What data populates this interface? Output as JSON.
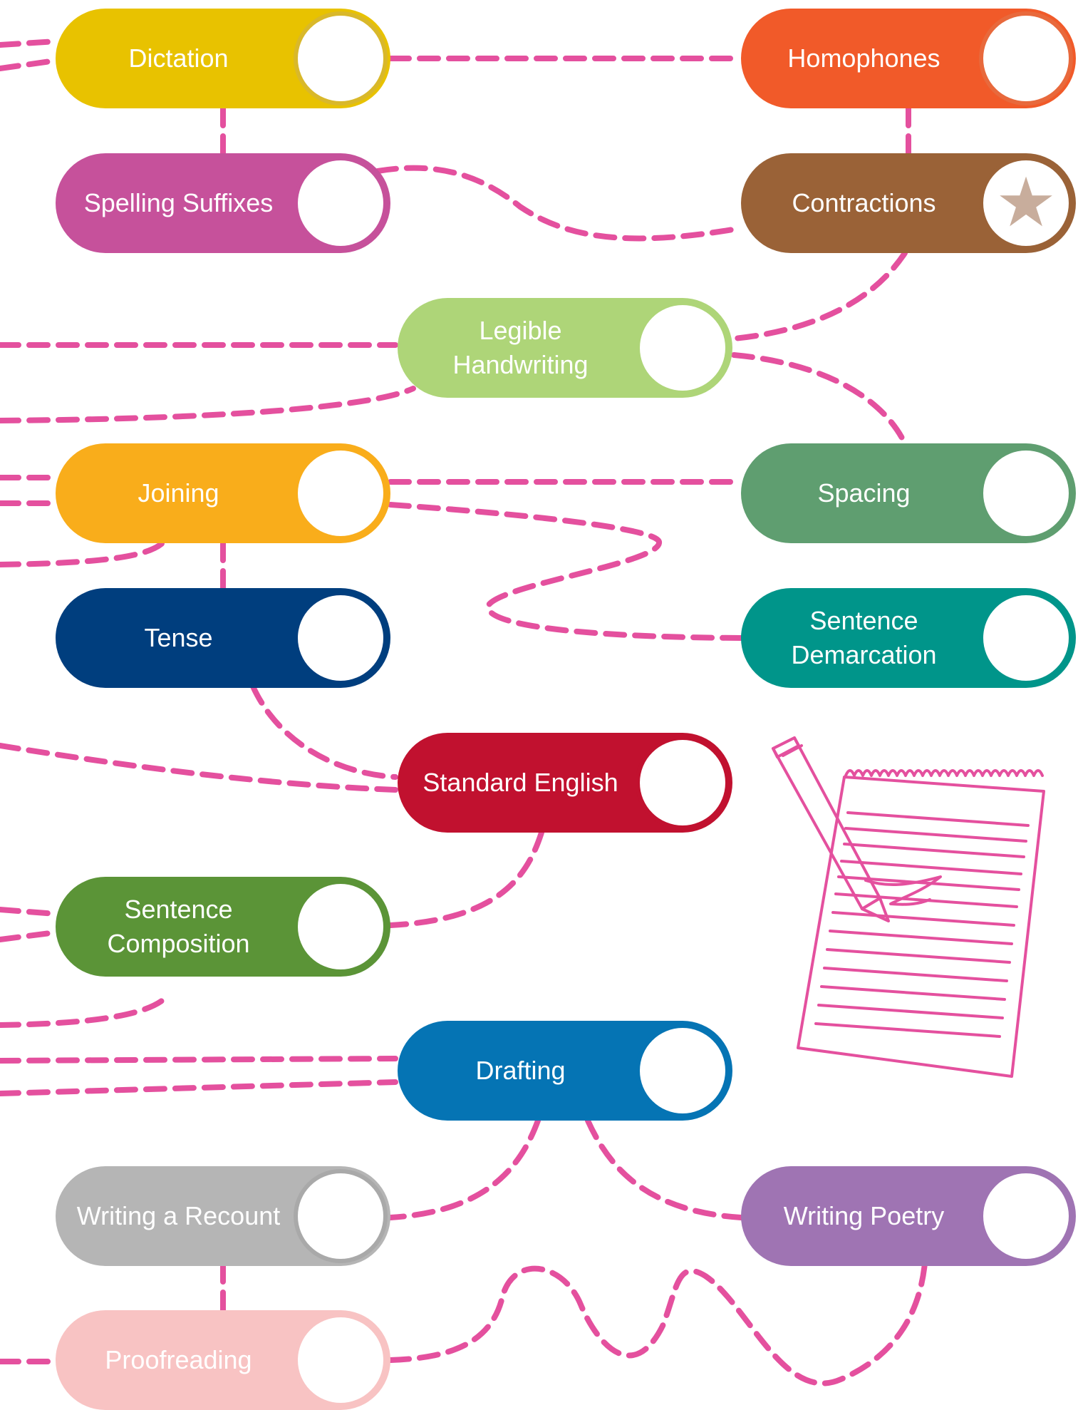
{
  "nodes": [
    {
      "id": "dictation",
      "label": "Dictation",
      "color": "#e8c200",
      "ring": "#d9b82a",
      "star": false
    },
    {
      "id": "homophones",
      "label": "Homophones",
      "color": "#f15a29",
      "ring": "#e8693c",
      "star": false
    },
    {
      "id": "spelling-suffixes",
      "label": "Spelling Suffixes",
      "color": "#c6519b",
      "ring": "#c6519b",
      "star": false
    },
    {
      "id": "contractions",
      "label": "Contractions",
      "color": "#9a6237",
      "ring": "#9a6237",
      "star": true
    },
    {
      "id": "legible-handwriting",
      "label": "Legible\nHandwriting",
      "color": "#aed578",
      "ring": "#aed578",
      "star": false
    },
    {
      "id": "joining",
      "label": "Joining",
      "color": "#f9ad1b",
      "ring": "#f9ad1b",
      "star": false
    },
    {
      "id": "spacing",
      "label": "Spacing",
      "color": "#5f9e70",
      "ring": "#5f9e70",
      "star": false
    },
    {
      "id": "tense",
      "label": "Tense",
      "color": "#003e7e",
      "ring": "#003e7e",
      "star": false
    },
    {
      "id": "sentence-demarcation",
      "label": "Sentence\nDemarcation",
      "color": "#00958a",
      "ring": "#00958a",
      "star": false
    },
    {
      "id": "standard-english",
      "label": "Standard English",
      "color": "#c1112f",
      "ring": "#c1112f",
      "star": false
    },
    {
      "id": "sentence-composition",
      "label": "Sentence\nComposition",
      "color": "#5b9437",
      "ring": "#5b9437",
      "star": false
    },
    {
      "id": "drafting",
      "label": "Drafting",
      "color": "#0574b4",
      "ring": "#0574b4",
      "star": false
    },
    {
      "id": "writing-a-recount",
      "label": "Writing a Recount",
      "color": "#b5b5b5",
      "ring": "#a9a9a9",
      "star": false
    },
    {
      "id": "writing-poetry",
      "label": "Writing Poetry",
      "color": "#9f74b3",
      "ring": "#9f74b3",
      "star": false
    },
    {
      "id": "proofreading",
      "label": "Proofreading",
      "color": "#f8c3c3",
      "ring": "#f8c3c3",
      "star": false
    }
  ],
  "icons": {
    "star": "star-icon",
    "illustration": "pencil-and-paper-icon"
  },
  "connector_color": "#e4509e"
}
